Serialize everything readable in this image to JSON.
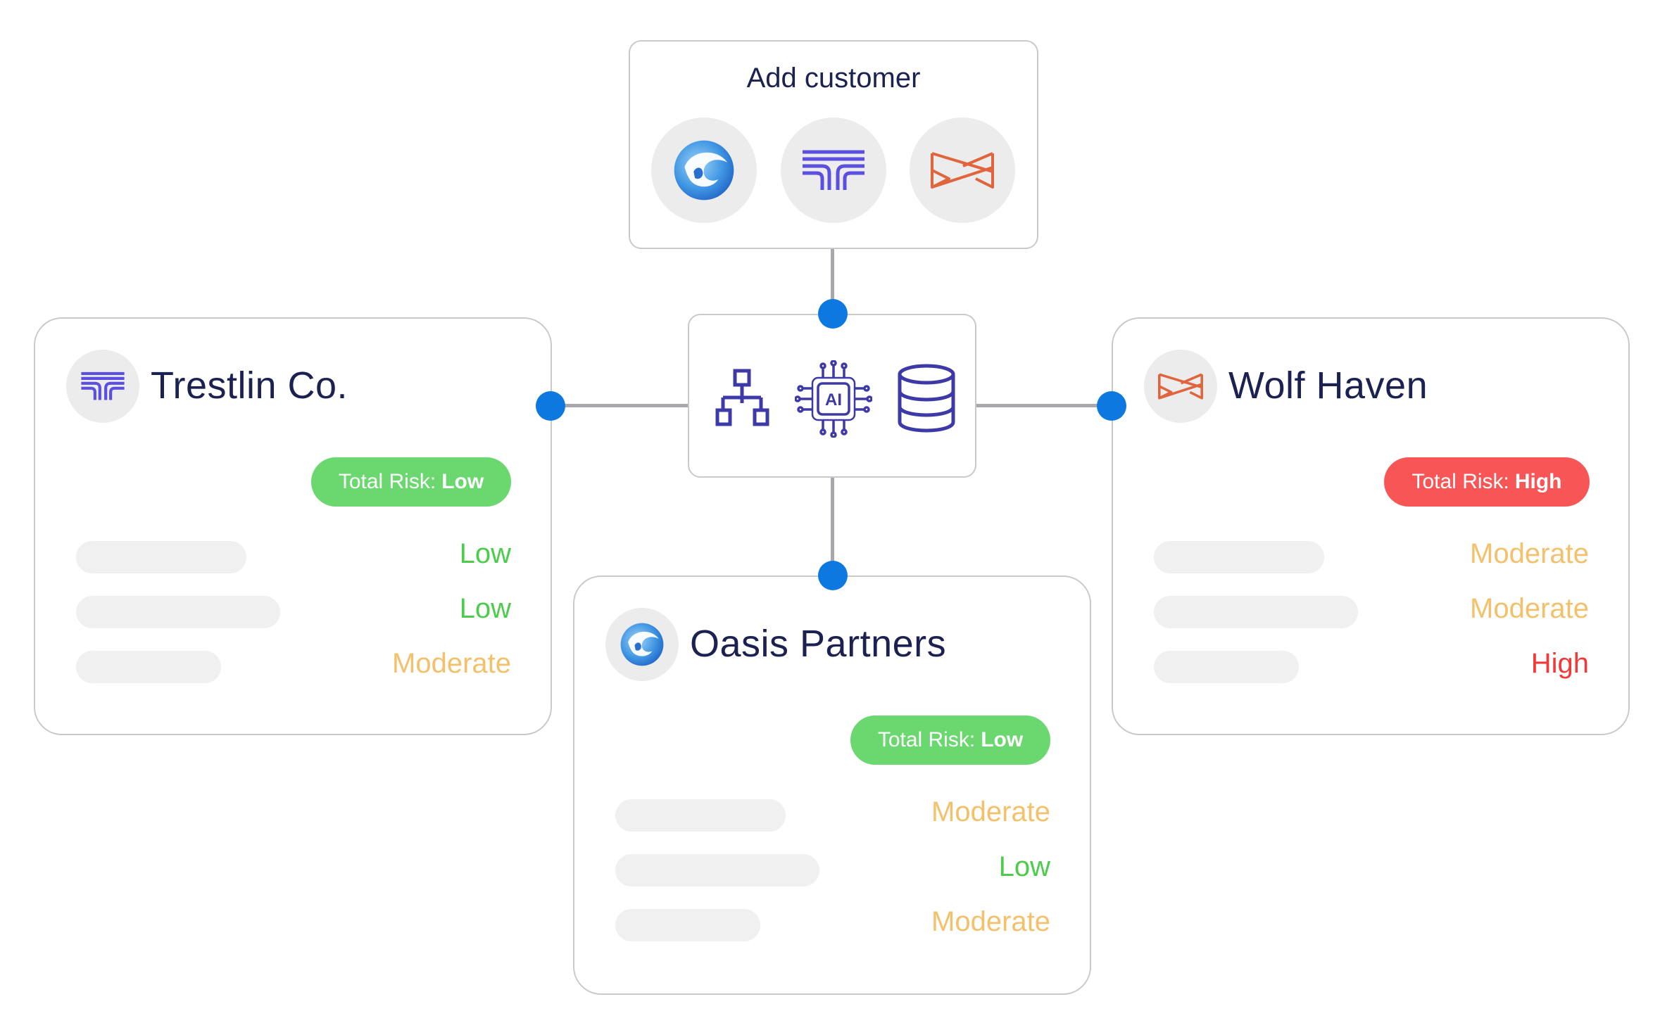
{
  "add_customer": {
    "title": "Add customer",
    "logos": [
      "oasis-logo-icon",
      "trestlin-logo-icon",
      "wolf-haven-logo-icon"
    ]
  },
  "hub": {
    "icons": [
      "hierarchy-icon",
      "ai-chip-icon",
      "database-icon"
    ]
  },
  "colors": {
    "low": "#4ccc4b",
    "moderate": "#f3c06b",
    "high": "#f03a3a",
    "pill_low": "#6ad86f",
    "pill_high": "#f75556",
    "connector_dot": "#0d79e0"
  },
  "customers": [
    {
      "name": "Trestlin Co.",
      "total_risk_label": "Total Risk:",
      "total_risk_value": "Low",
      "rows": [
        "Low",
        "Low",
        "Moderate"
      ]
    },
    {
      "name": "Oasis Partners",
      "total_risk_label": "Total Risk:",
      "total_risk_value": "Low",
      "rows": [
        "Moderate",
        "Low",
        "Moderate"
      ]
    },
    {
      "name": "Wolf Haven",
      "total_risk_label": "Total Risk:",
      "total_risk_value": "High",
      "rows": [
        "Moderate",
        "Moderate",
        "High"
      ]
    }
  ]
}
